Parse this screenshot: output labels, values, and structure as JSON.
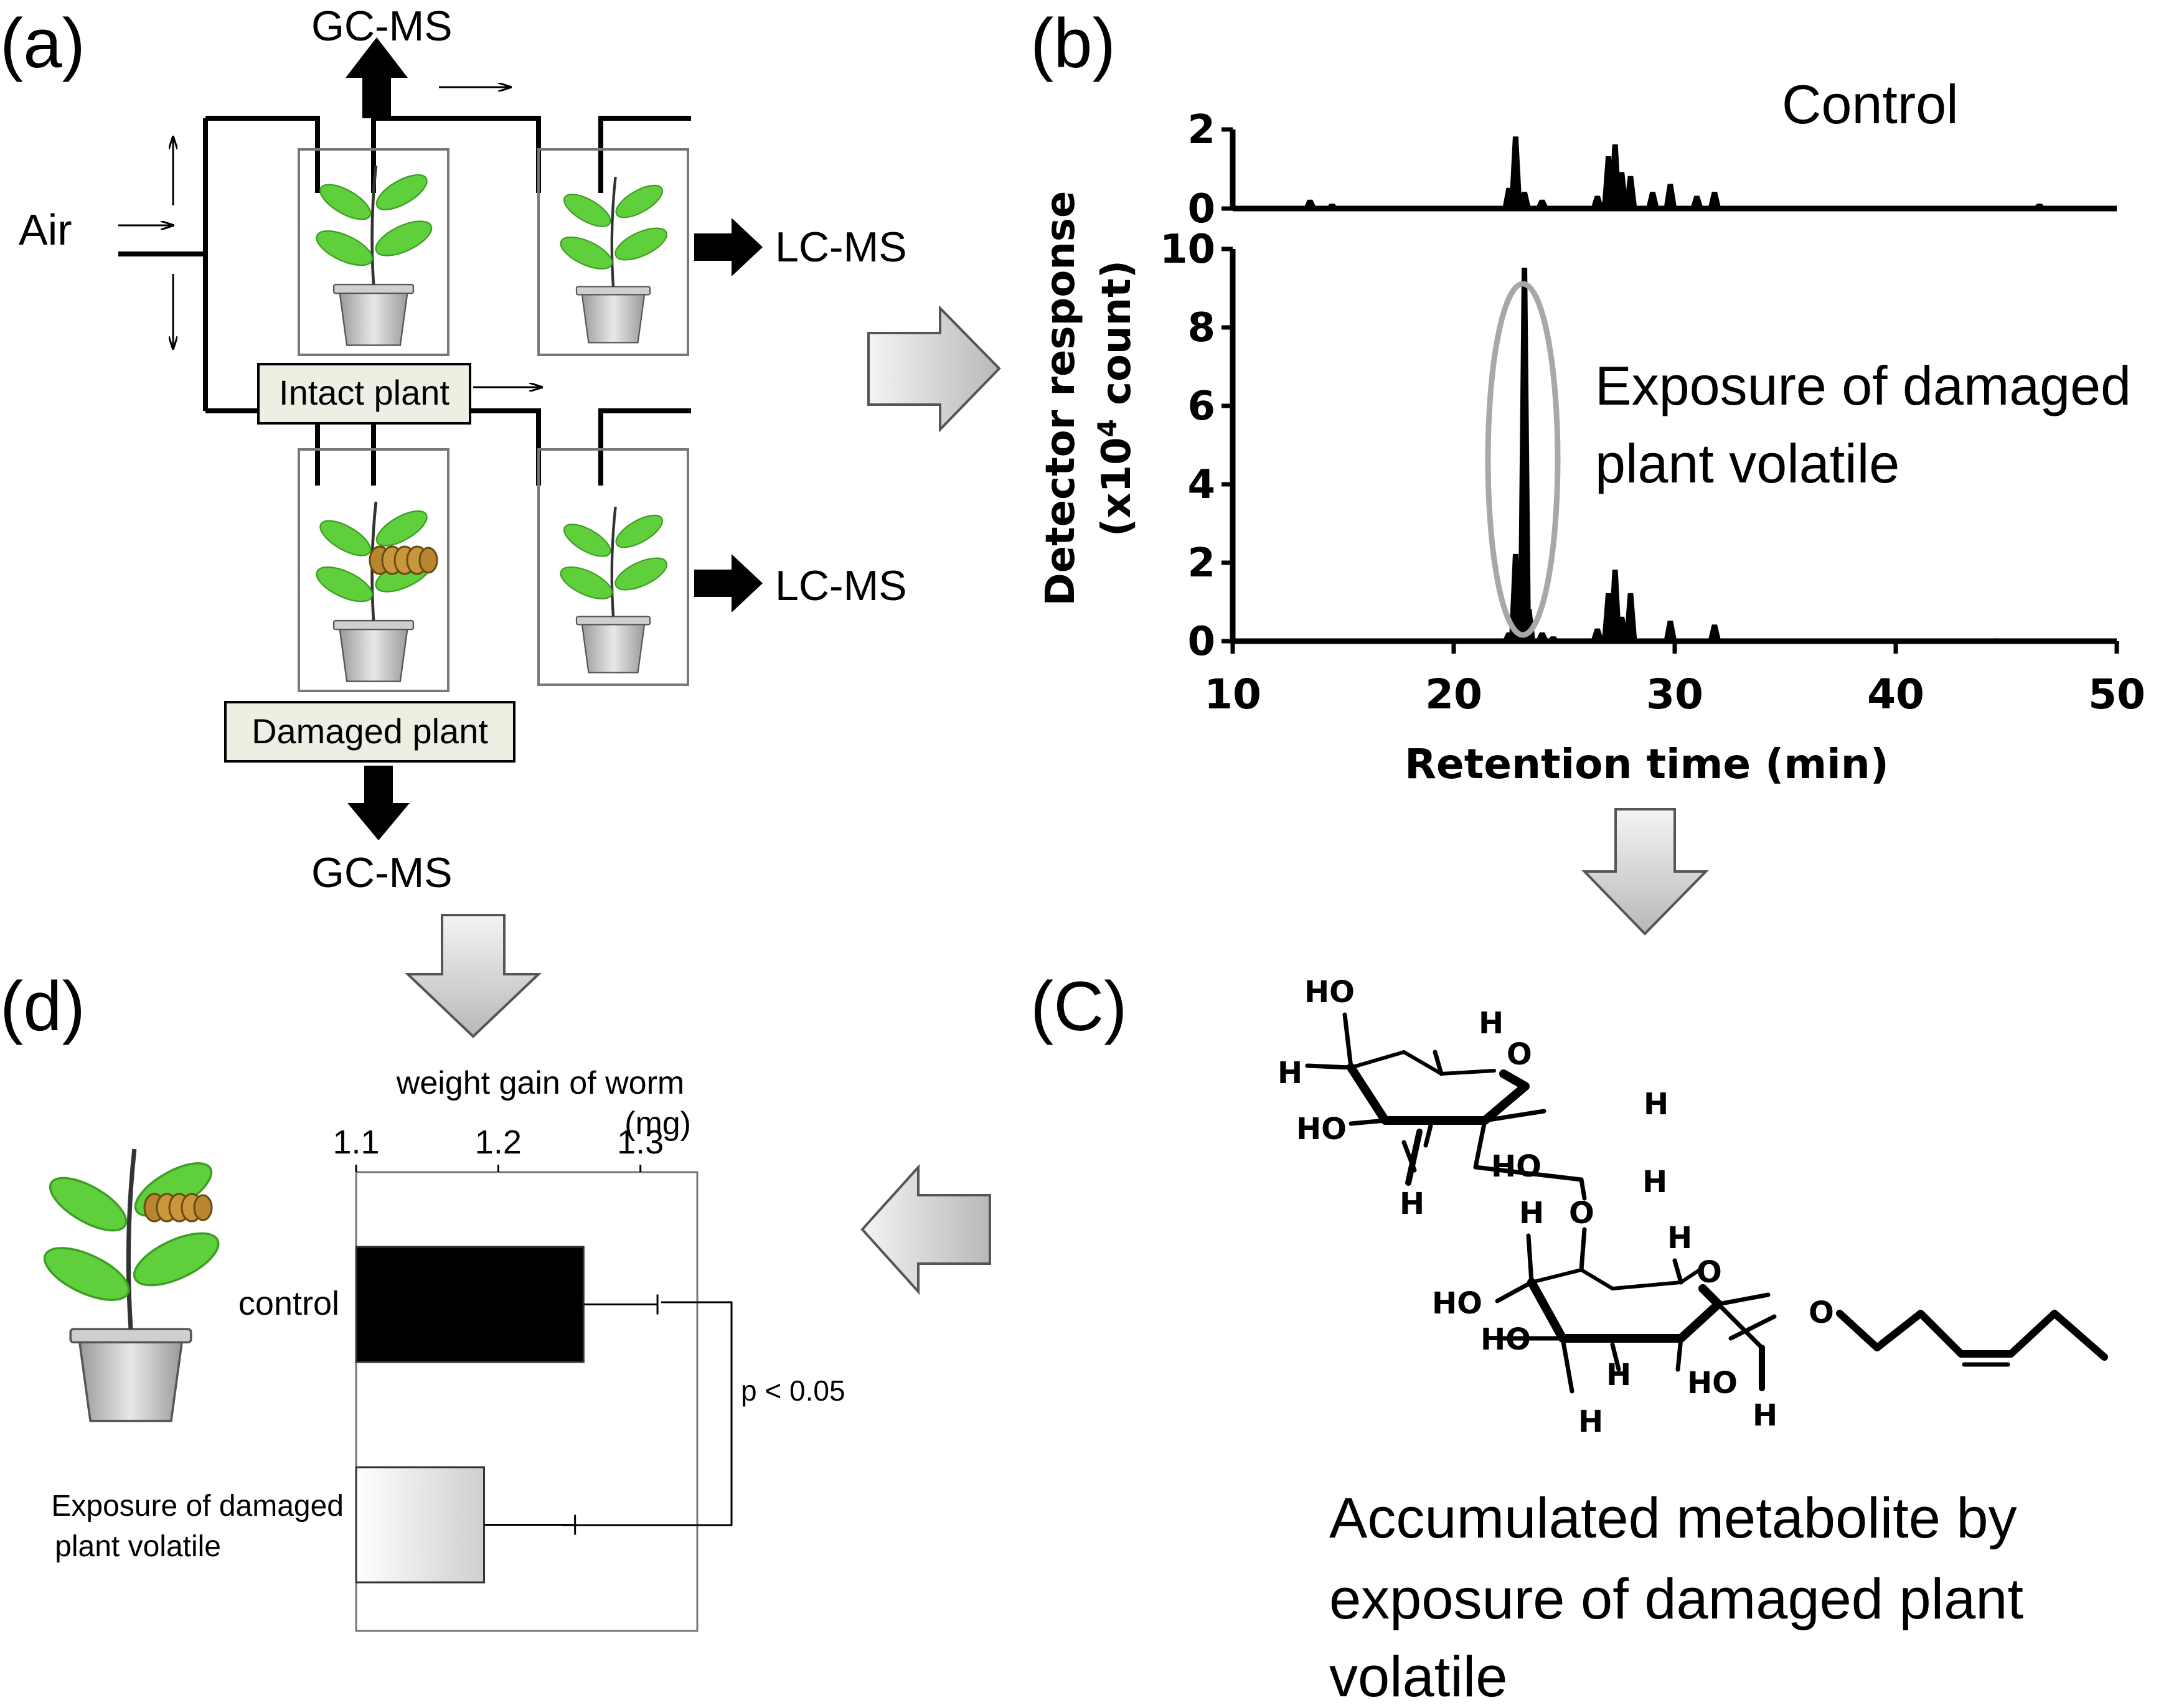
{
  "panels": {
    "a": {
      "label": "(a)",
      "air": "Air",
      "gcms_top": "GC-MS",
      "lcms_top": "LC-MS",
      "lcms_bottom": "LC-MS",
      "gcms_bottom": "GC-MS",
      "intact_label": "Intact plant",
      "damaged_label": "Damaged plant"
    },
    "b": {
      "label": "(b)",
      "ylabel_line1": "Detector response",
      "ylabel_line2_pre": "(x10",
      "ylabel_sup": "4",
      "ylabel_line2_post": " count)",
      "xlabel": "Retention time (min)",
      "control_label": "Control",
      "exposure_line1": "Exposure of damaged",
      "exposure_line2": "plant volatile"
    },
    "c": {
      "label": "(C)",
      "caption_line1": "Accumulated metabolite by",
      "caption_line2": "exposure of damaged plant",
      "caption_line3": "volatile",
      "atoms": [
        "HO",
        "H",
        "O",
        "H",
        "H",
        "HO",
        "H",
        "HO",
        "O",
        "H",
        "H",
        "O",
        "O",
        "HO",
        "HO",
        "H",
        "HO",
        "H",
        "H",
        "H"
      ]
    },
    "d": {
      "label": "(d)",
      "axis_title_line1": "weight gain of worm",
      "axis_title_line2": "(mg)",
      "row_control": "control",
      "row_exposure_line1": "Exposure of damaged",
      "row_exposure_line2": "plant volatile",
      "significance": "p < 0.05"
    }
  },
  "chart_data": [
    {
      "type": "line",
      "panel": "b-top",
      "series": [
        {
          "name": "Control",
          "x": [
            10,
            13.5,
            14.5,
            22.5,
            22.8,
            23.2,
            24,
            26.5,
            27,
            27.3,
            27.6,
            28,
            29,
            29.8,
            31,
            31.8,
            46.5
          ],
          "values": [
            0,
            0.2,
            0.1,
            0.5,
            1.8,
            0.4,
            0.2,
            0.3,
            1.3,
            1.6,
            0.9,
            0.8,
            0.4,
            0.6,
            0.3,
            0.4,
            0.1
          ]
        }
      ],
      "xlim": [
        10,
        50
      ],
      "ylim": [
        0,
        2
      ],
      "yticks": [
        0,
        2
      ]
    },
    {
      "type": "line",
      "panel": "b-bottom",
      "series": [
        {
          "name": "Exposure of damaged plant volatile",
          "x": [
            10,
            22.5,
            22.8,
            23.0,
            23.2,
            23.4,
            24,
            24.5,
            26.5,
            27,
            27.3,
            27.6,
            28,
            29.8,
            31.8,
            44.5
          ],
          "values": [
            0,
            0.2,
            2.2,
            1.0,
            9.5,
            0.8,
            0.2,
            0.1,
            0.3,
            1.2,
            1.8,
            0.6,
            1.2,
            0.5,
            0.4,
            0.05
          ]
        }
      ],
      "xlim": [
        10,
        50
      ],
      "ylim": [
        0,
        10
      ],
      "xticks": [
        10,
        20,
        30,
        40,
        50
      ],
      "yticks": [
        0,
        2,
        4,
        6,
        8,
        10
      ],
      "xlabel": "Retention time (min)",
      "ylabel": "Detector response (x10^4 count)"
    },
    {
      "type": "bar",
      "panel": "d",
      "orientation": "horizontal",
      "categories": [
        "control",
        "Exposure of damaged plant volatile"
      ],
      "values": [
        1.26,
        1.19
      ],
      "errors": [
        0.052,
        0.064
      ],
      "xlim": [
        1.1,
        1.34
      ],
      "xticks": [
        1.1,
        1.2,
        1.3
      ],
      "colors": [
        "#000000",
        "#e6e6e6"
      ],
      "title": "weight gain of worm (mg)"
    }
  ]
}
